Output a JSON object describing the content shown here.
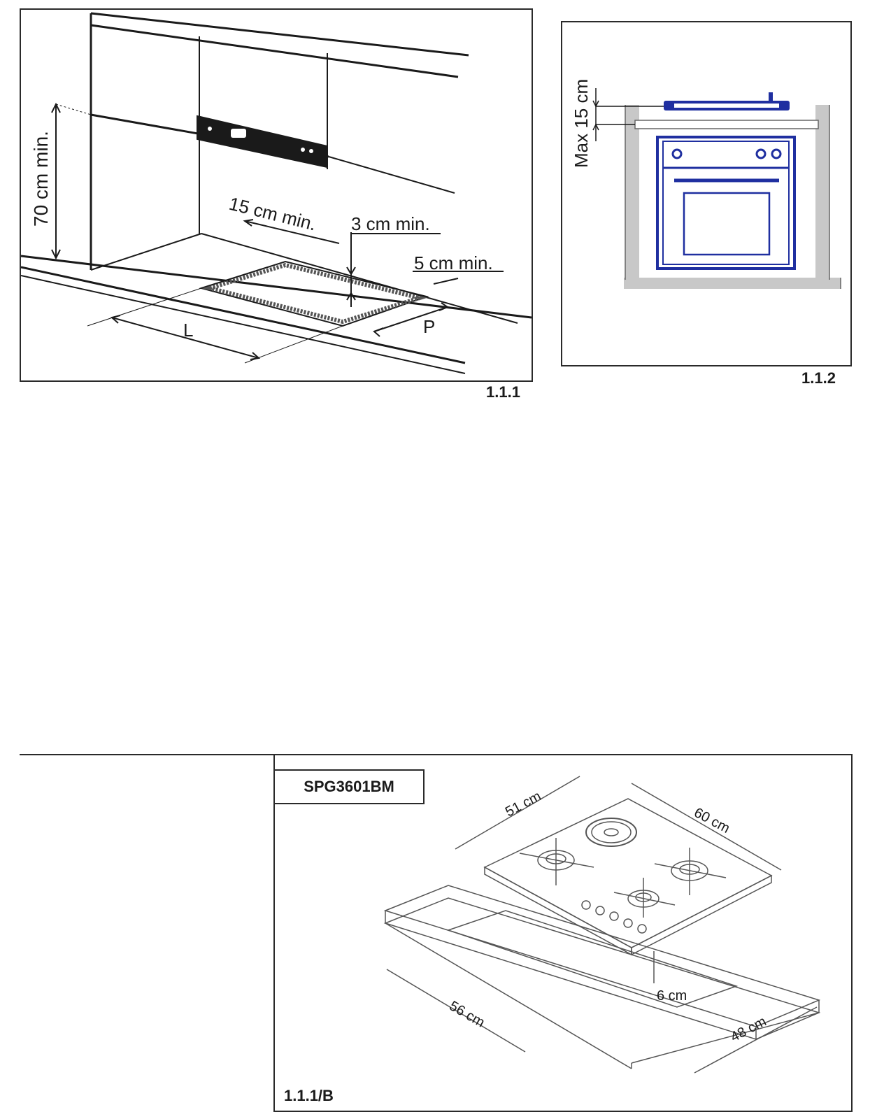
{
  "figures": {
    "fig_1_1_1": {
      "caption": "1.1.1",
      "dims": {
        "height_min": "70 cm min.",
        "side_min": "15 cm min.",
        "depth_min": "3 cm min.",
        "back_min": "5 cm min.",
        "length": "L",
        "width": "P"
      }
    },
    "fig_1_1_2": {
      "caption": "1.1.2",
      "dims": {
        "max_height": "Max 15 cm"
      }
    },
    "fig_1_1_1_b": {
      "caption": "1.1.1/B",
      "model": "SPG3601BM",
      "dims": {
        "hob_depth": "51 cm",
        "hob_width": "60 cm",
        "cut_width": "56 cm",
        "cut_depth": "48 cm",
        "depth": "6 cm"
      }
    }
  },
  "colors": {
    "line": "#1a1a1a",
    "oven_blue": "#1f2fa0",
    "wall_gray": "#c8c8c8"
  }
}
